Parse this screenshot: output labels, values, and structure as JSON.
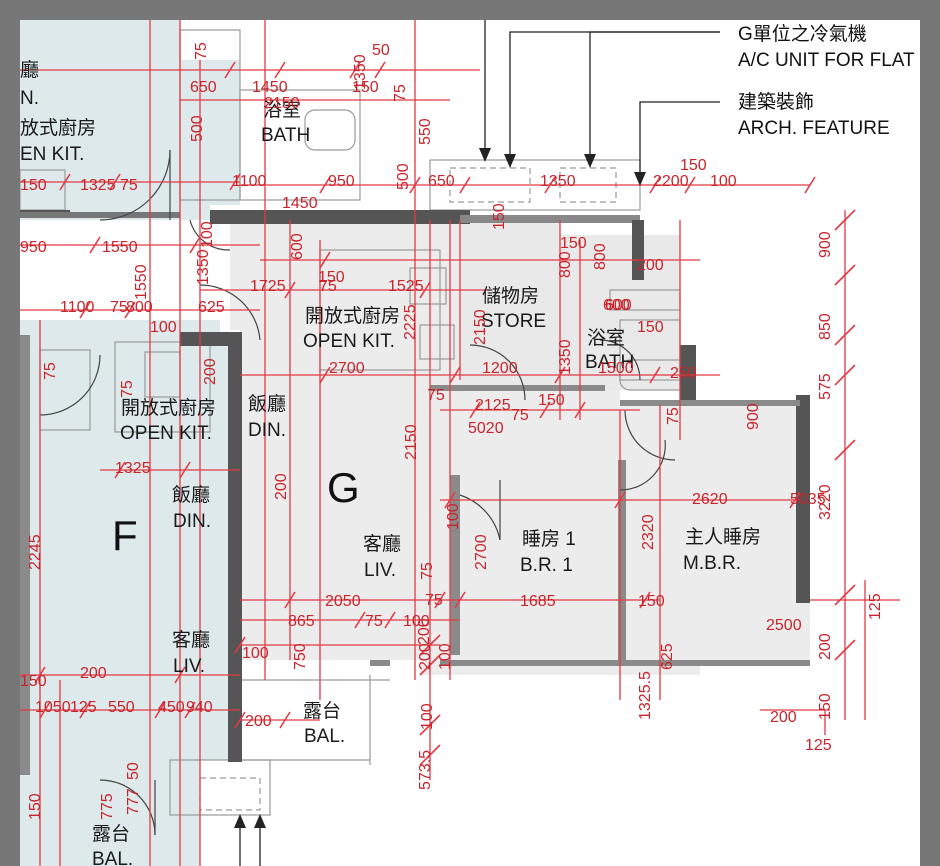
{
  "colors": {
    "unit_fill": "#dde9ea",
    "dimension": "#e23a44",
    "wall": "#555555",
    "background": "#7a7a7a"
  },
  "annotations": {
    "ac_unit_zh": "G單位之冷氣機",
    "ac_unit_en": "A/C UNIT FOR FLAT G",
    "arch_feature_zh": "建築裝飾",
    "arch_feature_en": "ARCH. FEATURE"
  },
  "units": {
    "f": "F",
    "g": "G"
  },
  "rooms": {
    "partial_living_zh": "廳",
    "partial_living_en": "N.",
    "f_kit_top_zh": "放式廚房",
    "f_kit_top_en": "EN KIT.",
    "bath_top_zh": "浴室",
    "bath_top_en": "BATH",
    "g_kitchen_zh": "開放式廚房",
    "g_kitchen_en": "OPEN KIT.",
    "store_zh": "儲物房",
    "store_en": "STORE",
    "g_bath_zh": "浴室",
    "g_bath_en": "BATH",
    "f_kitchen_zh": "開放式廚房",
    "f_kitchen_en": "OPEN KIT.",
    "f_dining_zh": "飯廳",
    "f_dining_en": "DIN.",
    "g_dining_zh": "飯廳",
    "g_dining_en": "DIN.",
    "g_living_zh": "客廳",
    "g_living_en": "LIV.",
    "br1_zh": "睡房 1",
    "br1_en": "B.R. 1",
    "mbr_zh": "主人睡房",
    "mbr_en": "M.B.R.",
    "f_living_zh": "客廳",
    "f_living_en": "LIV.",
    "g_balcony_zh": "露台",
    "g_balcony_en": "BAL.",
    "f_balcony_zh": "露台",
    "f_balcony_en": "BAL."
  },
  "dimensions": [
    "75",
    "650",
    "1450",
    "150",
    "50",
    "500",
    "2150",
    "75",
    "1350",
    "150",
    "1325",
    "75",
    "1100",
    "950",
    "500",
    "650",
    "1350",
    "150",
    "2200",
    "100",
    "550",
    "1450",
    "150",
    "150",
    "900",
    "800",
    "200",
    "100",
    "950",
    "1550",
    "1550",
    "1350",
    "600",
    "150",
    "1725",
    "75",
    "1525",
    "800",
    "1100",
    "75",
    "800",
    "100",
    "625",
    "2150",
    "2225",
    "850",
    "600",
    "150",
    "200",
    "1350",
    "2700",
    "1200",
    "1500",
    "250",
    "600",
    "575",
    "1325",
    "75",
    "75",
    "75",
    "2125",
    "75",
    "150",
    "75",
    "900",
    "5020",
    "2150",
    "200",
    "2620",
    "5035",
    "3220",
    "2245",
    "2320",
    "2700",
    "75",
    "2050",
    "75",
    "1685",
    "150",
    "865",
    "75",
    "100",
    "100",
    "200",
    "125",
    "100",
    "750",
    "2500",
    "200",
    "200",
    "100",
    "625",
    "150",
    "1050",
    "125",
    "550",
    "450",
    "940",
    "200",
    "100",
    "200",
    "200",
    "150",
    "1325.5",
    "125",
    "573.5",
    "150",
    "50",
    "775",
    "777"
  ]
}
